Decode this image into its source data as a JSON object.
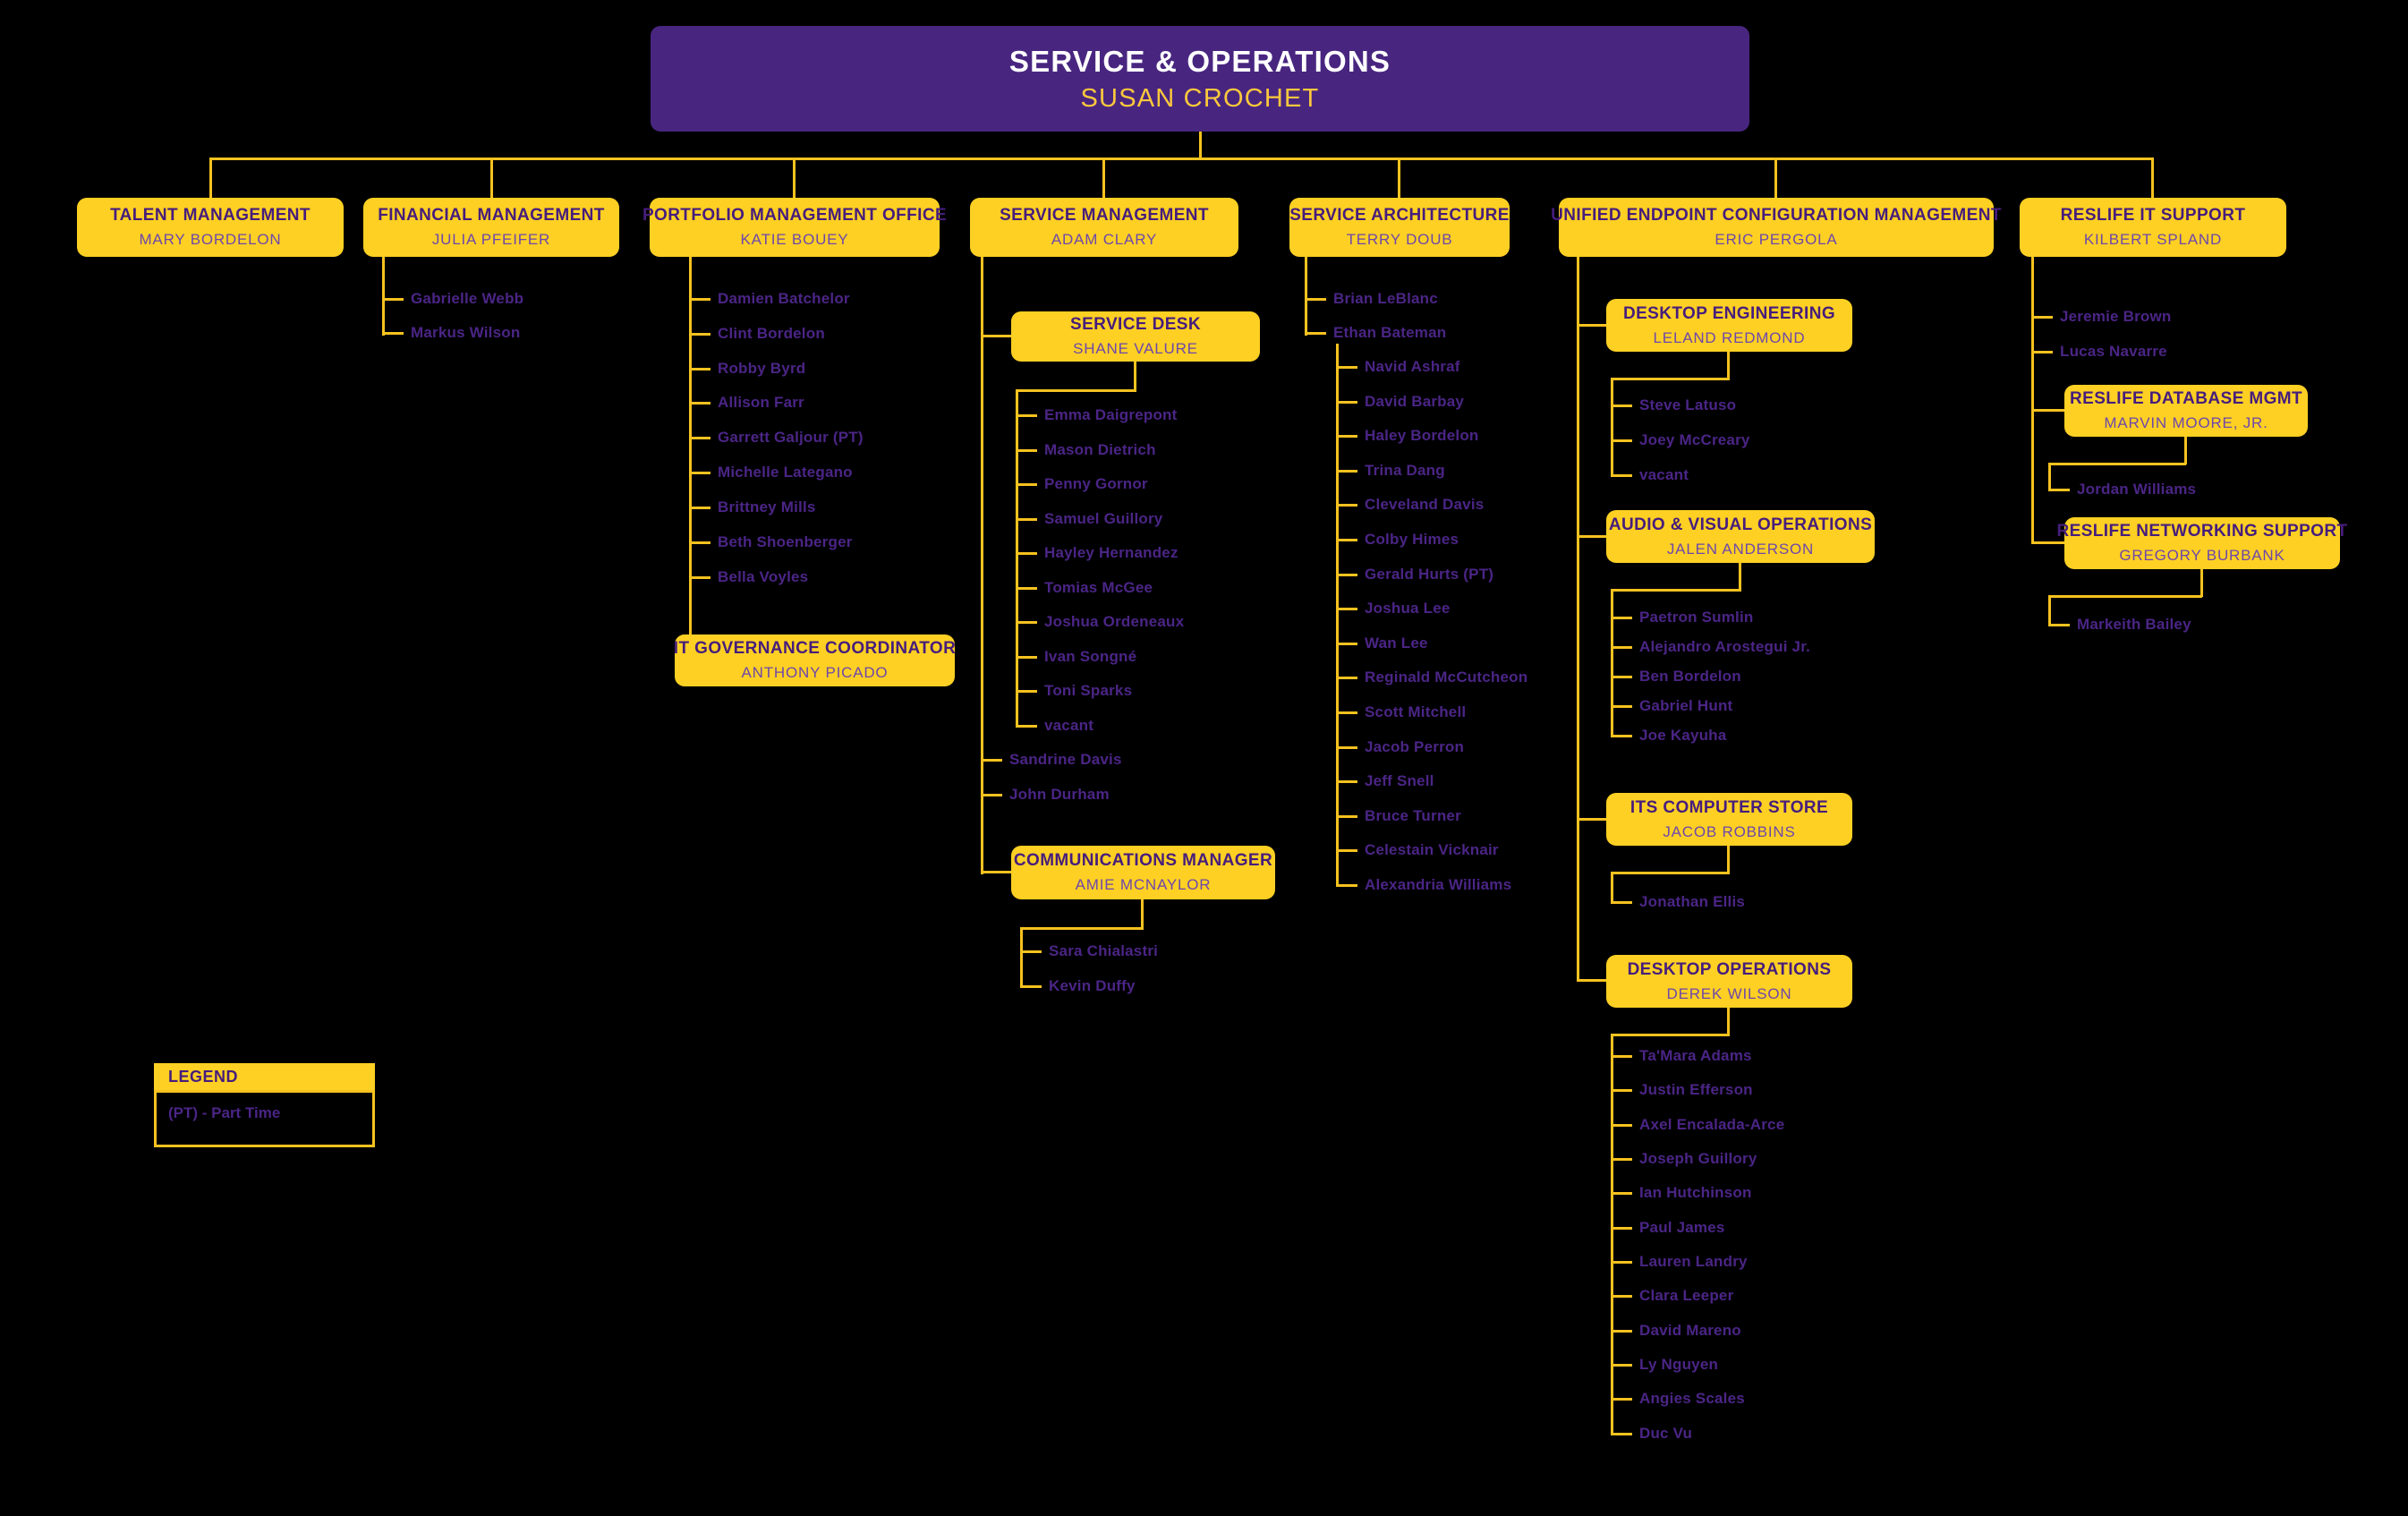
{
  "root_box": {
    "title": "SERVICE & OPERATIONS",
    "name": "SUSAN CROCHET"
  },
  "boxes": {
    "talent": {
      "title": "TALENT MANAGEMENT",
      "name": "MARY BORDELON"
    },
    "financial": {
      "title": "FINANCIAL MANAGEMENT",
      "name": "JULIA PFEIFER"
    },
    "portfolio": {
      "title": "PORTFOLIO MANAGEMENT OFFICE",
      "name": "KATIE BOUEY"
    },
    "servicemgmt": {
      "title": "SERVICE MANAGEMENT",
      "name": "ADAM CLARY"
    },
    "servicearch": {
      "title": "SERVICE ARCHITECTURE",
      "name": "TERRY DOUB"
    },
    "uecm": {
      "title": "UNIFIED ENDPOINT CONFIGURATION MANAGEMENT",
      "name": "ERIC PERGOLA"
    },
    "reslife": {
      "title": "RESLIFE IT SUPPORT",
      "name": "KILBERT SPLAND"
    },
    "itgov": {
      "title": "IT GOVERNANCE COORDINATOR",
      "name": "ANTHONY PICADO"
    },
    "servicedesk": {
      "title": "SERVICE DESK",
      "name": "SHANE VALURE"
    },
    "comms": {
      "title": "COMMUNICATIONS MANAGER",
      "name": "AMIE MCNAYLOR"
    },
    "desktopeng": {
      "title": "DESKTOP ENGINEERING",
      "name": "LELAND REDMOND"
    },
    "avo": {
      "title": "AUDIO & VISUAL OPERATIONS",
      "name": "JALEN ANDERSON"
    },
    "store": {
      "title": "ITS COMPUTER STORE",
      "name": "JACOB ROBBINS"
    },
    "desktopops": {
      "title": "DESKTOP OPERATIONS",
      "name": "DEREK WILSON"
    },
    "reslifedb": {
      "title": "RESLIFE DATABASE MGMT",
      "name": "MARVIN MOORE, JR."
    },
    "reslifenet": {
      "title": "RESLIFE NETWORKING SUPPORT",
      "name": "GREGORY BURBANK"
    }
  },
  "groups": {
    "financial": {
      "members": [
        "Gabrielle Webb",
        "Markus Wilson"
      ]
    },
    "portfolio": {
      "members": [
        "Damien Batchelor",
        "Clint Bordelon",
        "Robby Byrd",
        "Allison Farr",
        "Garrett Galjour (PT)",
        "Michelle Lategano",
        "Brittney Mills",
        "Beth Shoenberger",
        "Bella Voyles"
      ]
    },
    "servicedesk": {
      "members": [
        "Emma Daigrepont",
        "Mason Dietrich",
        "Penny Gornor",
        "Samuel Guillory",
        "Hayley Hernandez",
        "Tomias McGee",
        "Joshua Ordeneaux",
        "Ivan Songné",
        "Toni Sparks",
        "vacant"
      ]
    },
    "servicemgmt": {
      "members": [
        "Sandrine Davis",
        "John Durham"
      ]
    },
    "comms": {
      "members": [
        "Sara Chialastri",
        "Kevin Duffy"
      ]
    },
    "servicearch": {
      "members": [
        "Brian LeBlanc",
        "Ethan Bateman"
      ]
    },
    "archteam": {
      "members": [
        "Navid Ashraf",
        "David Barbay",
        "Haley Bordelon",
        "Trina Dang",
        "Cleveland Davis",
        "Colby Himes",
        "Gerald Hurts (PT)",
        "Joshua Lee",
        "Wan Lee",
        "Reginald McCutcheon",
        "Scott Mitchell",
        "Jacob Perron",
        "Jeff Snell",
        "Bruce Turner",
        "Celestain Vicknair",
        "Alexandria Williams"
      ]
    },
    "desktopeng": {
      "members": [
        "Steve Latuso",
        "Joey McCreary",
        "vacant"
      ]
    },
    "avo": {
      "members": [
        "Paetron Sumlin",
        "Alejandro Arostegui Jr.",
        "Ben Bordelon",
        "Gabriel Hunt",
        "Joe Kayuha"
      ]
    },
    "store": {
      "members": [
        "Jonathan Ellis"
      ]
    },
    "desktopops": {
      "members": [
        "Ta'Mara Adams",
        "Justin Efferson",
        "Axel Encalada-Arce",
        "Joseph Guillory",
        "Ian Hutchinson",
        "Paul James",
        "Lauren Landry",
        "Clara Leeper",
        "David Mareno",
        "Ly Nguyen",
        "Angies Scales",
        "Duc Vu"
      ]
    },
    "reslife": {
      "members": [
        "Jeremie Brown",
        "Lucas Navarre"
      ]
    },
    "reslifedb": {
      "members": [
        "Jordan Williams"
      ]
    },
    "reslifenet": {
      "members": [
        "Markeith Bailey"
      ]
    }
  },
  "legend": {
    "title": "LEGEND",
    "note": "(PT) - Part Time"
  },
  "colors": {
    "background": "#000000",
    "gold": "#FDD023",
    "line_gold": "#F6C21F",
    "purple": "#482680",
    "title_purple": "#461D7C",
    "box_name_purple": "#6D47AB",
    "member_purple": "#4B2586",
    "root_title": "#FFFFFF",
    "root_name": "#FCC83C"
  }
}
